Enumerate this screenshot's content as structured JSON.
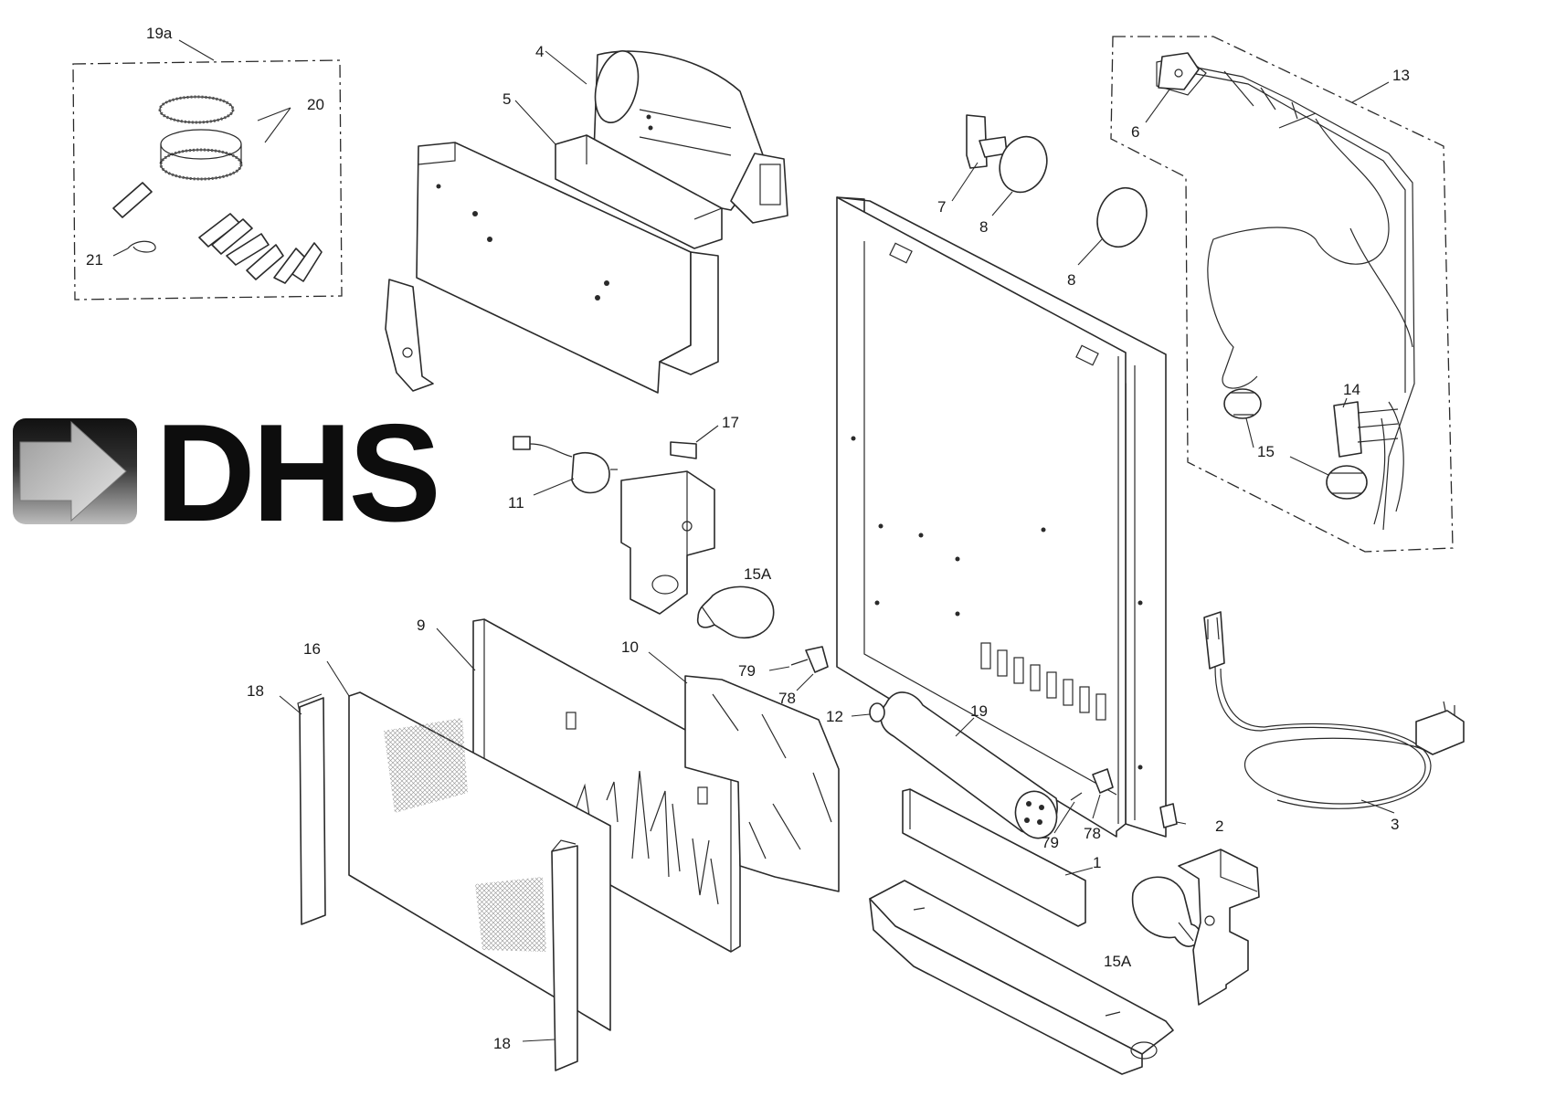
{
  "logo": {
    "text": "DHS"
  },
  "labels": {
    "l19a": "19a",
    "l20": "20",
    "l21": "21",
    "l4": "4",
    "l5": "5",
    "l7": "7",
    "l8a": "8",
    "l8b": "8",
    "l6": "6",
    "l13": "13",
    "l14": "14",
    "l15": "15",
    "l17": "17",
    "l11": "11",
    "l15Aa": "15A",
    "l15Ab": "15A",
    "l9": "9",
    "l16": "16",
    "l10": "10",
    "l18a": "18",
    "l18b": "18",
    "l79a": "79",
    "l78a": "78",
    "l79b": "79",
    "l78b": "78",
    "l12": "12",
    "l19": "19",
    "l1": "1",
    "l2": "2",
    "l3": "3"
  }
}
